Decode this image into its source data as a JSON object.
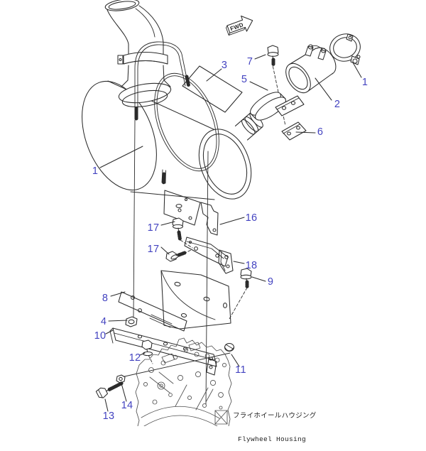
{
  "page": {
    "background_color": "#ffffff"
  },
  "diagram": {
    "type": "exploded-parts-diagram",
    "fwd_label": "FWD",
    "caption": {
      "japanese": "フライホイールハウジング",
      "english": "Flywheel Housing"
    },
    "colors": {
      "callout": "#4343c0",
      "line_art": "#2b2b2b",
      "housing_line": "#4f4f4f",
      "background": "#ffffff"
    },
    "callouts": [
      {
        "text": "3"
      },
      {
        "text": "7"
      },
      {
        "text": "5"
      },
      {
        "text": "1"
      },
      {
        "text": "2"
      },
      {
        "text": "6"
      },
      {
        "text": "1"
      },
      {
        "text": "16"
      },
      {
        "text": "17"
      },
      {
        "text": "17"
      },
      {
        "text": "18"
      },
      {
        "text": "9"
      },
      {
        "text": "8"
      },
      {
        "text": "4"
      },
      {
        "text": "10"
      },
      {
        "text": "12"
      },
      {
        "text": "11"
      },
      {
        "text": "14"
      },
      {
        "text": "13"
      }
    ]
  }
}
